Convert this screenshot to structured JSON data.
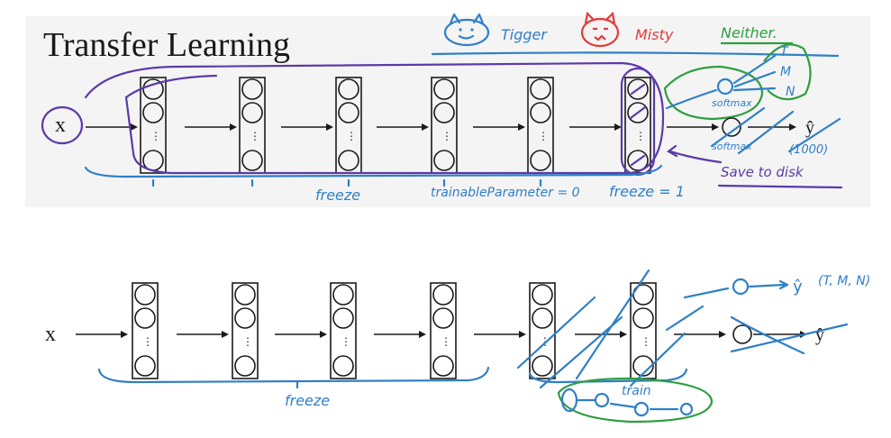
{
  "title": "Transfer Learning",
  "top_diagram": {
    "input_label": "x",
    "classes": {
      "tigger": "Tigger",
      "misty": "Misty",
      "neither": "Neither."
    },
    "output_classes": [
      "T",
      "M",
      "N"
    ],
    "softmax_label_1": "softmax",
    "softmax_label_2": "softmax",
    "y_hat": "ŷ",
    "output_size": "(1000)",
    "annotations": {
      "freeze": "freeze",
      "trainable": "trainableParameter = 0",
      "freeze_eq": "freeze = 1",
      "save_to_disk": "Save to disk"
    }
  },
  "bottom_diagram": {
    "input_label": "x",
    "y_hat_top": "ŷ",
    "output_classes_label": "(T, M, N)",
    "y_hat_bottom": "ŷ",
    "annotations": {
      "freeze": "freeze",
      "train": "train"
    }
  },
  "colors": {
    "blue_ink": "#2f7fc7",
    "purple_ink": "#5b3aa8",
    "green_ink": "#2e9e3e",
    "red_ink": "#e43a3a",
    "black": "#1a1a1a"
  }
}
